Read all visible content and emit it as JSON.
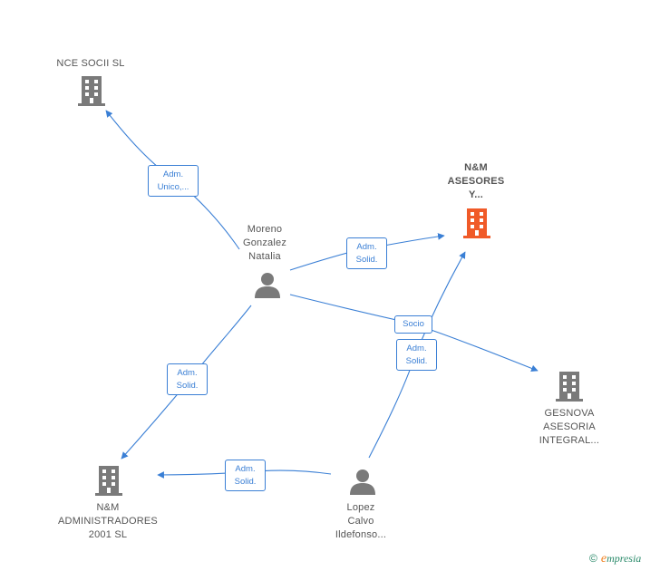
{
  "colors": {
    "edge": "#3a7fd5",
    "node_gray": "#7a7a7a",
    "node_highlight": "#f05a28"
  },
  "nodes": {
    "nce_socii": {
      "label": "NCE SOCII  SL",
      "kind": "company",
      "icon": "building-icon"
    },
    "nm_asesores": {
      "label_lines": [
        "N&M",
        "ASESORES",
        "Y..."
      ],
      "kind": "company",
      "highlight": true,
      "icon": "building-icon"
    },
    "moreno": {
      "label_lines": [
        "Moreno",
        "Gonzalez",
        "Natalia"
      ],
      "kind": "person",
      "icon": "person-icon"
    },
    "gesnova": {
      "label_lines": [
        "GESNOVA",
        "ASESORIA",
        "INTEGRAL..."
      ],
      "kind": "company",
      "icon": "building-icon"
    },
    "nm_admin": {
      "label_lines": [
        "N&M",
        "ADMINISTRADORES",
        "2001  SL"
      ],
      "kind": "company",
      "icon": "building-icon"
    },
    "lopez": {
      "label_lines": [
        "Lopez",
        "Calvo",
        "Ildefonso..."
      ],
      "kind": "person",
      "icon": "person-icon"
    }
  },
  "edges": {
    "e1": {
      "from": "moreno",
      "to": "nce_socii",
      "label_lines": [
        "Adm.",
        "Unico,..."
      ]
    },
    "e2": {
      "from": "moreno",
      "to": "nm_asesores",
      "label_lines": [
        "Adm.",
        "Solid."
      ]
    },
    "e3": {
      "from": "moreno",
      "to": "gesnova",
      "label_lines": [
        "Socio"
      ]
    },
    "e4": {
      "from": "moreno",
      "to": "nm_admin",
      "label_lines": [
        "Adm.",
        "Solid."
      ]
    },
    "e5": {
      "from": "lopez",
      "to": "nm_asesores",
      "label_lines": [
        "Adm.",
        "Solid."
      ]
    },
    "e6": {
      "from": "lopez",
      "to": "nm_admin",
      "label_lines": [
        "Adm.",
        "Solid."
      ]
    }
  },
  "brand": {
    "copyright": "©",
    "name_initial": "e",
    "name_rest": "mpresia"
  }
}
